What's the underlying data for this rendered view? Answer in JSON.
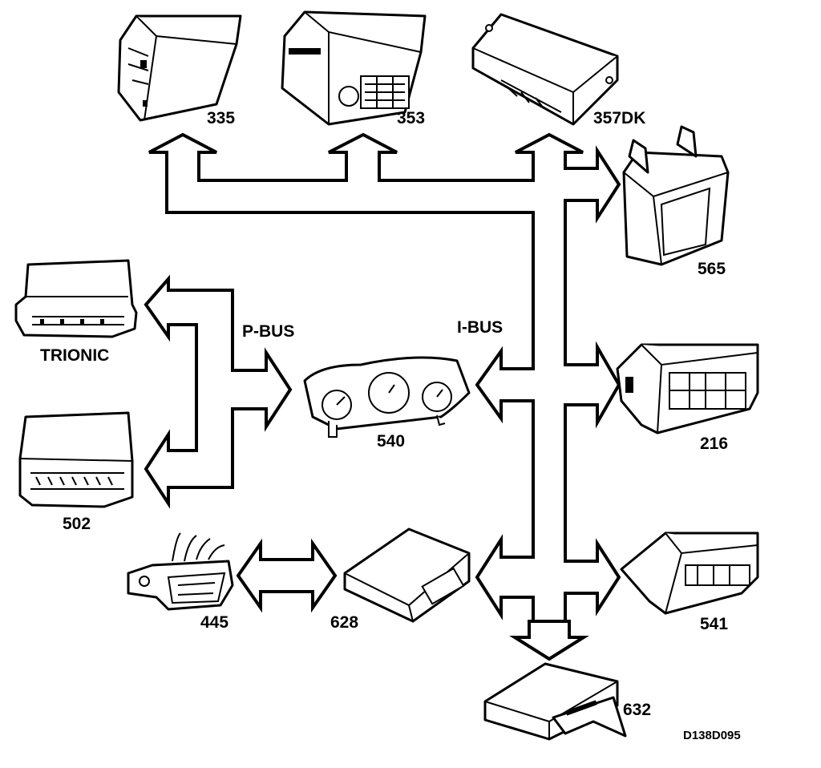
{
  "bus_labels": {
    "p_bus": "P-BUS",
    "i_bus": "I-BUS"
  },
  "modules": {
    "m335": "335",
    "m353": "353",
    "m357dk": "357DK",
    "m565": "565",
    "trionic": "TRIONIC",
    "m502": "502",
    "m540": "540",
    "m216": "216",
    "m445": "445",
    "m628": "628",
    "m541": "541",
    "m632": "632"
  },
  "figure_code": "D138D095"
}
